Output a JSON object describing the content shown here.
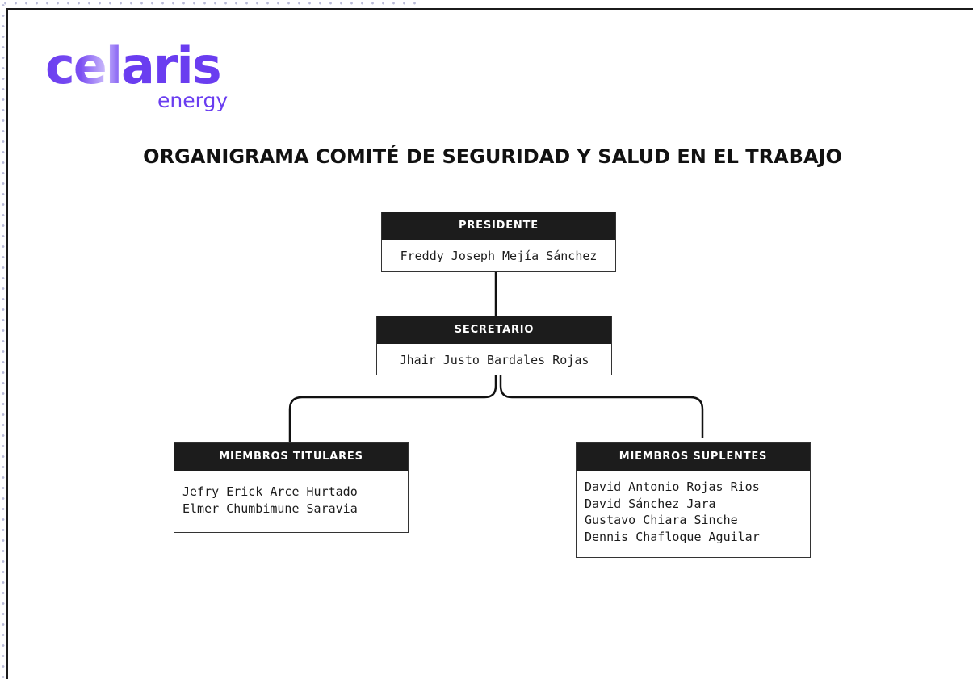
{
  "logo": {
    "main": "celaris",
    "sub": "energy"
  },
  "title": "ORGANIGRAMA COMITÉ DE SEGURIDAD Y SALUD EN EL TRABAJO",
  "colors": {
    "brand": "#6a3df0",
    "header_bg": "#1c1c1c",
    "line": "#111111"
  },
  "nodes": {
    "presidente": {
      "role": "PRESIDENTE",
      "name": "Freddy Joseph Mejía Sánchez"
    },
    "secretario": {
      "role": "SECRETARIO",
      "name": "Jhair Justo Bardales Rojas"
    },
    "titulares": {
      "role": "MIEMBROS TITULARES",
      "members": [
        "Jefry Erick Arce Hurtado",
        "Elmer Chumbimune Saravia"
      ]
    },
    "suplentes": {
      "role": "MIEMBROS SUPLENTES",
      "members": [
        "David Antonio Rojas Rios",
        "David Sánchez Jara",
        "Gustavo Chiara Sinche",
        "Dennis Chafloque Aguilar"
      ]
    }
  }
}
